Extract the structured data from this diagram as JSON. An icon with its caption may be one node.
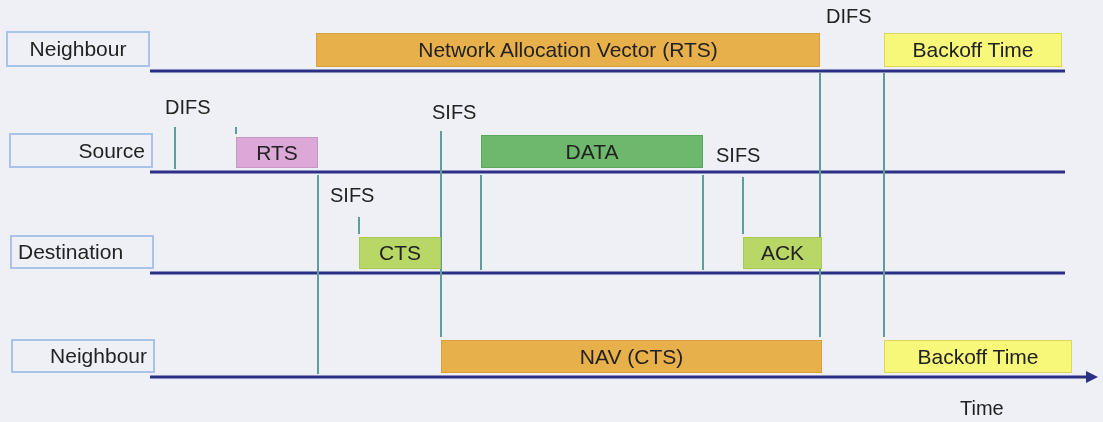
{
  "diagram": {
    "nodes": [
      {
        "text": [
          "Neighbour"
        ]
      },
      {
        "text": [
          "Network Allocation Vector (RTS)"
        ]
      },
      {
        "text": [
          "Backoff Time"
        ]
      },
      {
        "text": [
          "Source"
        ]
      },
      {
        "text": [
          "RTS"
        ]
      },
      {
        "text": [
          "DATA"
        ]
      },
      {
        "text": [
          "Destination"
        ]
      },
      {
        "text": [
          "CTS"
        ]
      },
      {
        "text": [
          "ACK"
        ]
      },
      {
        "text": [
          "Neighbour"
        ]
      },
      {
        "text": [
          "NAV (CTS)"
        ]
      },
      {
        "text": [
          "Backoff Time"
        ]
      }
    ],
    "edges": [],
    "labels": [
      "DIFS",
      "DIFS",
      "SIFS",
      "SIFS",
      "SIFS",
      "Time"
    ]
  }
}
